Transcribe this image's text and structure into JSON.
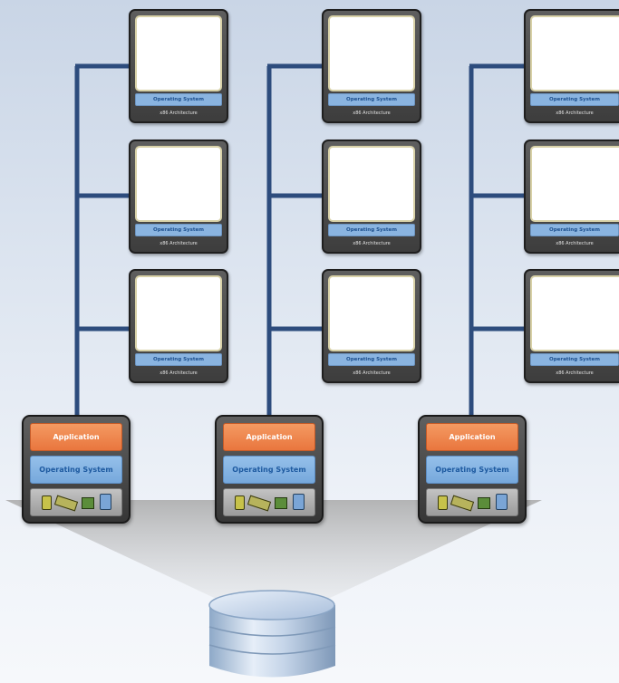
{
  "diagram": {
    "vm": {
      "os_label": "Operating System",
      "arch_label": "x86 Architecture"
    },
    "host": {
      "app_label": "Application",
      "os_label": "Operating System"
    },
    "colors": {
      "tree_line": "#2d4c7d",
      "app_fill": "#ef8449",
      "os_fill": "#8ab4e0",
      "storage": "#b5c8e0"
    },
    "icons": [
      "cpu-icon",
      "memory-icon",
      "network-card-icon",
      "disk-icon",
      "storage-cylinder-icon"
    ]
  }
}
